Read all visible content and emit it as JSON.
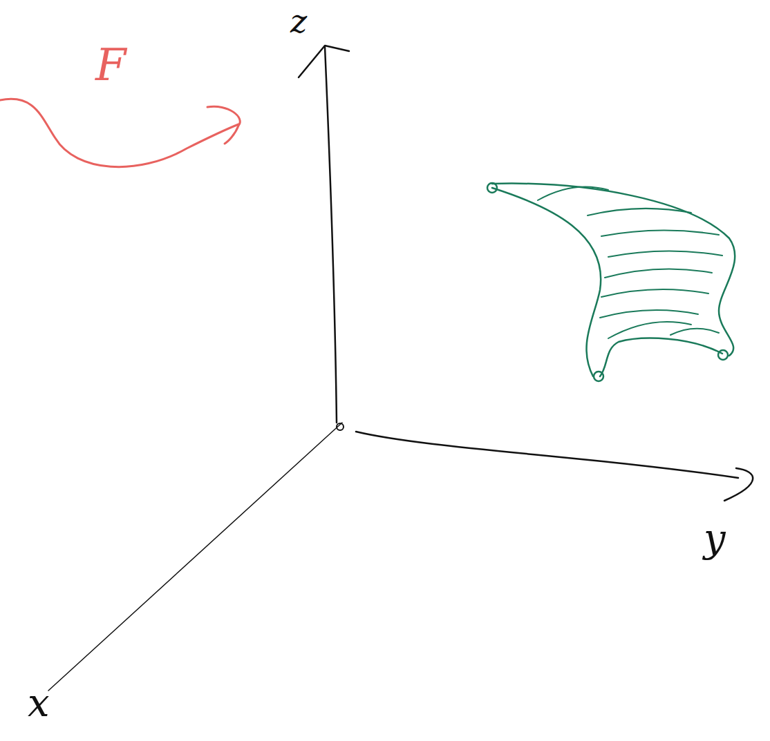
{
  "diagram": {
    "labels": [
      "z",
      "y",
      "x",
      "F"
    ]
  }
}
